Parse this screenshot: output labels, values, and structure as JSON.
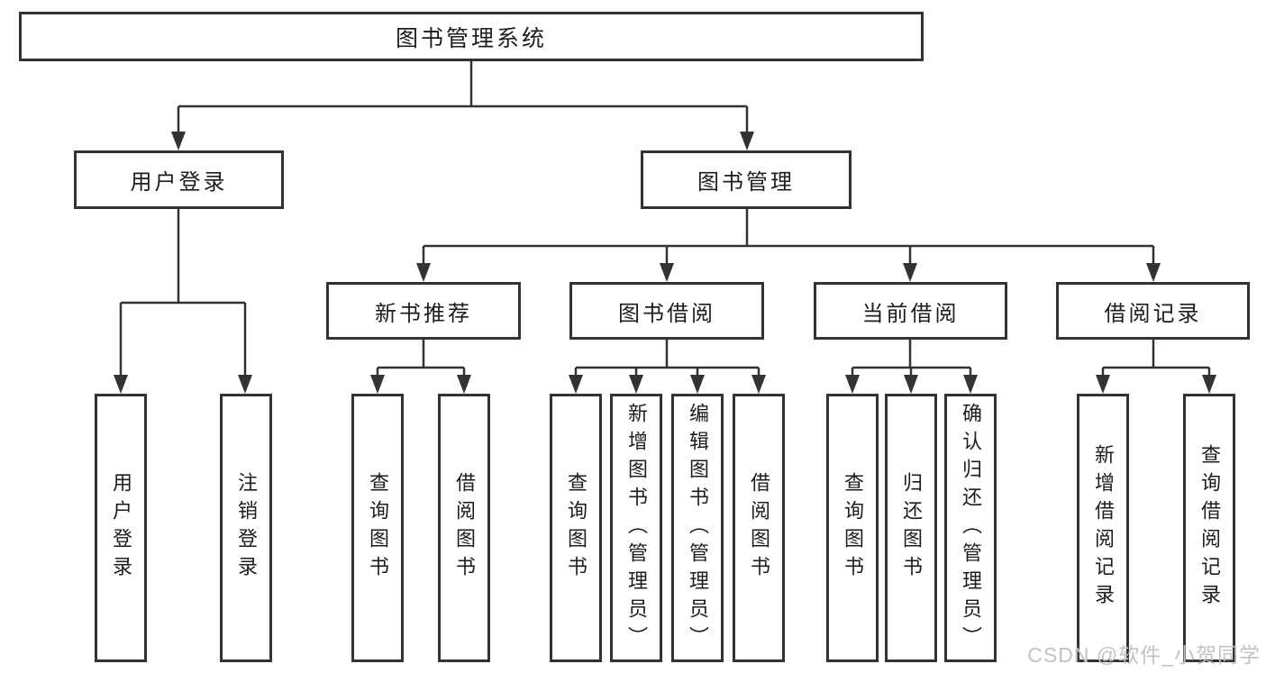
{
  "colors": {
    "line": "#333333",
    "text": "#1d1d1d",
    "box_background": "#ffffff",
    "page_background": "#ffffff",
    "watermark": "#c6c1c1"
  },
  "root": {
    "label": "图书管理系统"
  },
  "user_login": {
    "label": "用户登录",
    "children": [
      {
        "label": "用户登录"
      },
      {
        "label": "注销登录"
      }
    ]
  },
  "book_mgmt": {
    "label": "图书管理",
    "children": [
      {
        "label": "新书推荐",
        "children": [
          {
            "label": "查询图书"
          },
          {
            "label": "借阅图书"
          }
        ]
      },
      {
        "label": "图书借阅",
        "children": [
          {
            "label": "查询图书"
          },
          {
            "label": "新增图书（管理员）"
          },
          {
            "label": "编辑图书（管理员）"
          },
          {
            "label": "借阅图书"
          }
        ]
      },
      {
        "label": "当前借阅",
        "children": [
          {
            "label": "查询图书"
          },
          {
            "label": "归还图书"
          },
          {
            "label": "确认归还（管理员）"
          }
        ]
      },
      {
        "label": "借阅记录",
        "children": [
          {
            "label": "新增借阅记录"
          },
          {
            "label": "查询借阅记录"
          }
        ]
      }
    ]
  },
  "watermark": {
    "text": "CSDN @软件_小贺同学"
  }
}
